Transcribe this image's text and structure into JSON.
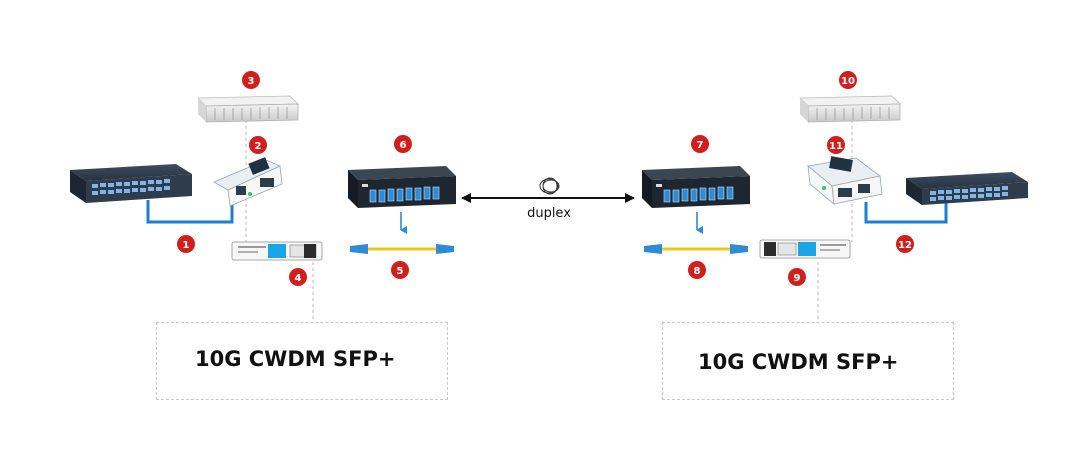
{
  "callouts": [
    "1",
    "2",
    "3",
    "4",
    "5",
    "6",
    "7",
    "8",
    "9",
    "10",
    "11",
    "12"
  ],
  "link_label": "duplex",
  "left_box_label": "10G CWDM SFP+",
  "right_box_label": "10G CWDM SFP+",
  "colors": {
    "badge": "#d0201e",
    "cable_blue": "#1c7fd1",
    "fiber_yellow": "#f0c419",
    "switch_body": "#2b3a4c",
    "mux_body": "#1e2730",
    "port_blue": "#2e8bd6",
    "sfp_tag": "#1aa6e6"
  },
  "icons": [
    "ethernet-switch-icon",
    "media-converter-icon",
    "chassis-icon",
    "sfp-transceiver-icon",
    "lc-patch-cable-icon",
    "cwdm-mux-icon",
    "fiber-coil-icon"
  ]
}
